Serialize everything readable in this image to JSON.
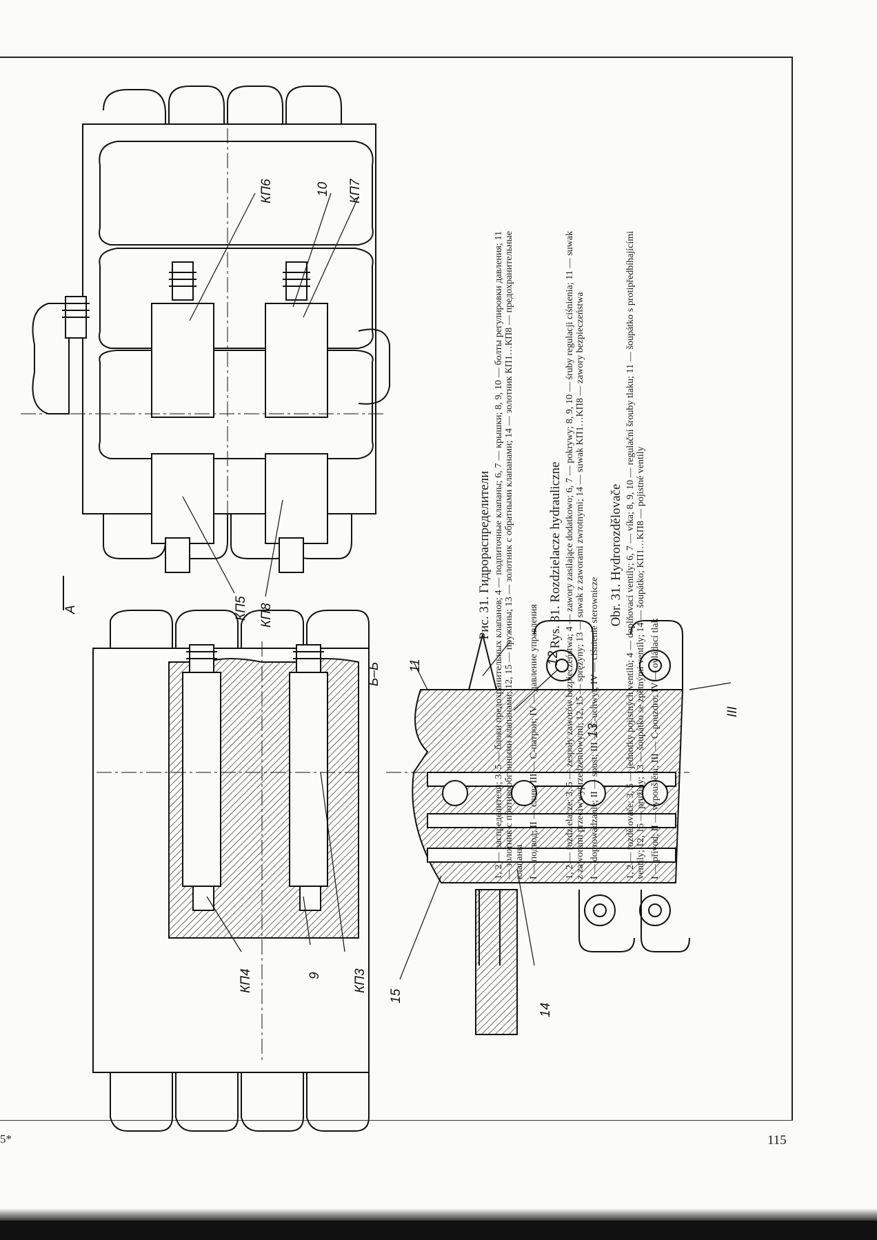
{
  "page": {
    "page_number": "115",
    "signature_mark": "5*"
  },
  "figure": {
    "view_labels": {
      "a": "А",
      "bb": "Б–Б"
    },
    "callouts": {
      "kp6": "КП6",
      "kp7": "КП7",
      "n10": "10",
      "kp5": "КП5",
      "kp8": "КП8",
      "kp4": "КП4",
      "n9": "9",
      "kp3": "КП3",
      "n11": "11",
      "n12": "12",
      "n13": "13",
      "n14": "14",
      "n15": "15",
      "n3roman": "III"
    }
  },
  "captions": {
    "ru": {
      "title": "Рис. 31. Гидрораспределители",
      "legend": "1, 2 — распределители; 3, 5 — блоки предохранительных клапанов; 4 — подпиточные клапаны; 6, 7 — крышки; 8, 9, 10 — болты регулировки давления; 11 — золотник с противообгонными клапанами; 12, 15 — пружины; 13 — золотник с обратными клапанами; 14 — золотник КП1…КП8 — предохранительные клапаны",
      "legend2": "I — подвод; II — слив; III — C-патрон; IV — давление управления"
    },
    "pl": {
      "title": "Rys. 31. Rozdzielacze hydrauliczne",
      "legend": "1, 2 — rozdzielacze; 3, 5 — zespoły zaworów bezpieczeństwa; 4 — zawory zasilające dodatkowo; 6, 7 — pokrywy; 8, 9, 10 — śruby regulacji ciśnienia; 11 — suwak z zaworami przeciwwyprzedzeniowymi; 12, 15 — sprężyny; 13 — suwak z zaworami zwrotnymi; 14 — suwak KП1…KП8 — zawory bezpieczeństwa",
      "legend2": "I — doprowadzanie; II — spust; III — C-uchwyt; IV — ciśnienie sterownicze"
    },
    "cz": {
      "title": "Obr. 31. Hydrorozdělovače",
      "legend": "1, 2 — rozdělovače; 3, 5 — jednotky pojistných ventilů; 4 — doplňovací ventily; 6, 7 — víka; 8, 9, 10 — regulační šrouby tlaku; 11 — šoupátko s protipředbíhajícími ventily; 12, 15 — pružiny; 13 — šoupátko se zpětnými ventily; 14 — šoupátko; KП1…KП8 — pojistné ventily",
      "legend2": "I — přívod; II — vypouštění; III — C-pouzdro; IV — ovládací tlak"
    }
  }
}
